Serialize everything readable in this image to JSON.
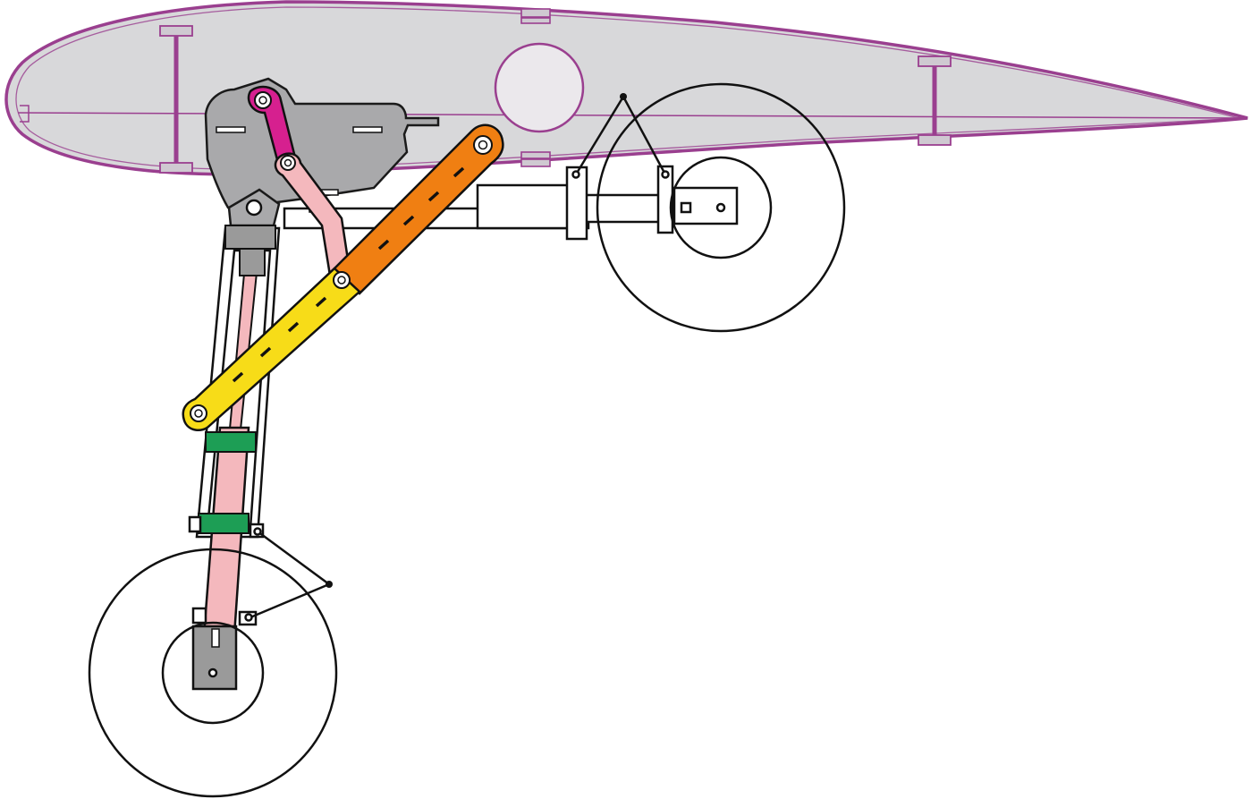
{
  "figure": {
    "kind": "landing-gear retraction mechanism (side view)",
    "background": "#ffffff",
    "states": [
      "retracted",
      "extended"
    ]
  },
  "colors": {
    "wing_outline": "#9a3f8f",
    "wing_fill": "#d8d8da",
    "bracket_fill": "#a9a9ab",
    "bracket_outline": "#1a1a1a",
    "magenta_link": "#d6208f",
    "pink_link": "#f4b8bd",
    "orange_arm": "#f07f12",
    "yellow_arm": "#f7dc18",
    "green_block": "#1d9e55",
    "axle_block": "#9a9a9a",
    "line": "#111111"
  },
  "icons": {
    "pivot": "circle-pin",
    "wheel": "circle-wheel",
    "spar": "i-beam-spar"
  }
}
